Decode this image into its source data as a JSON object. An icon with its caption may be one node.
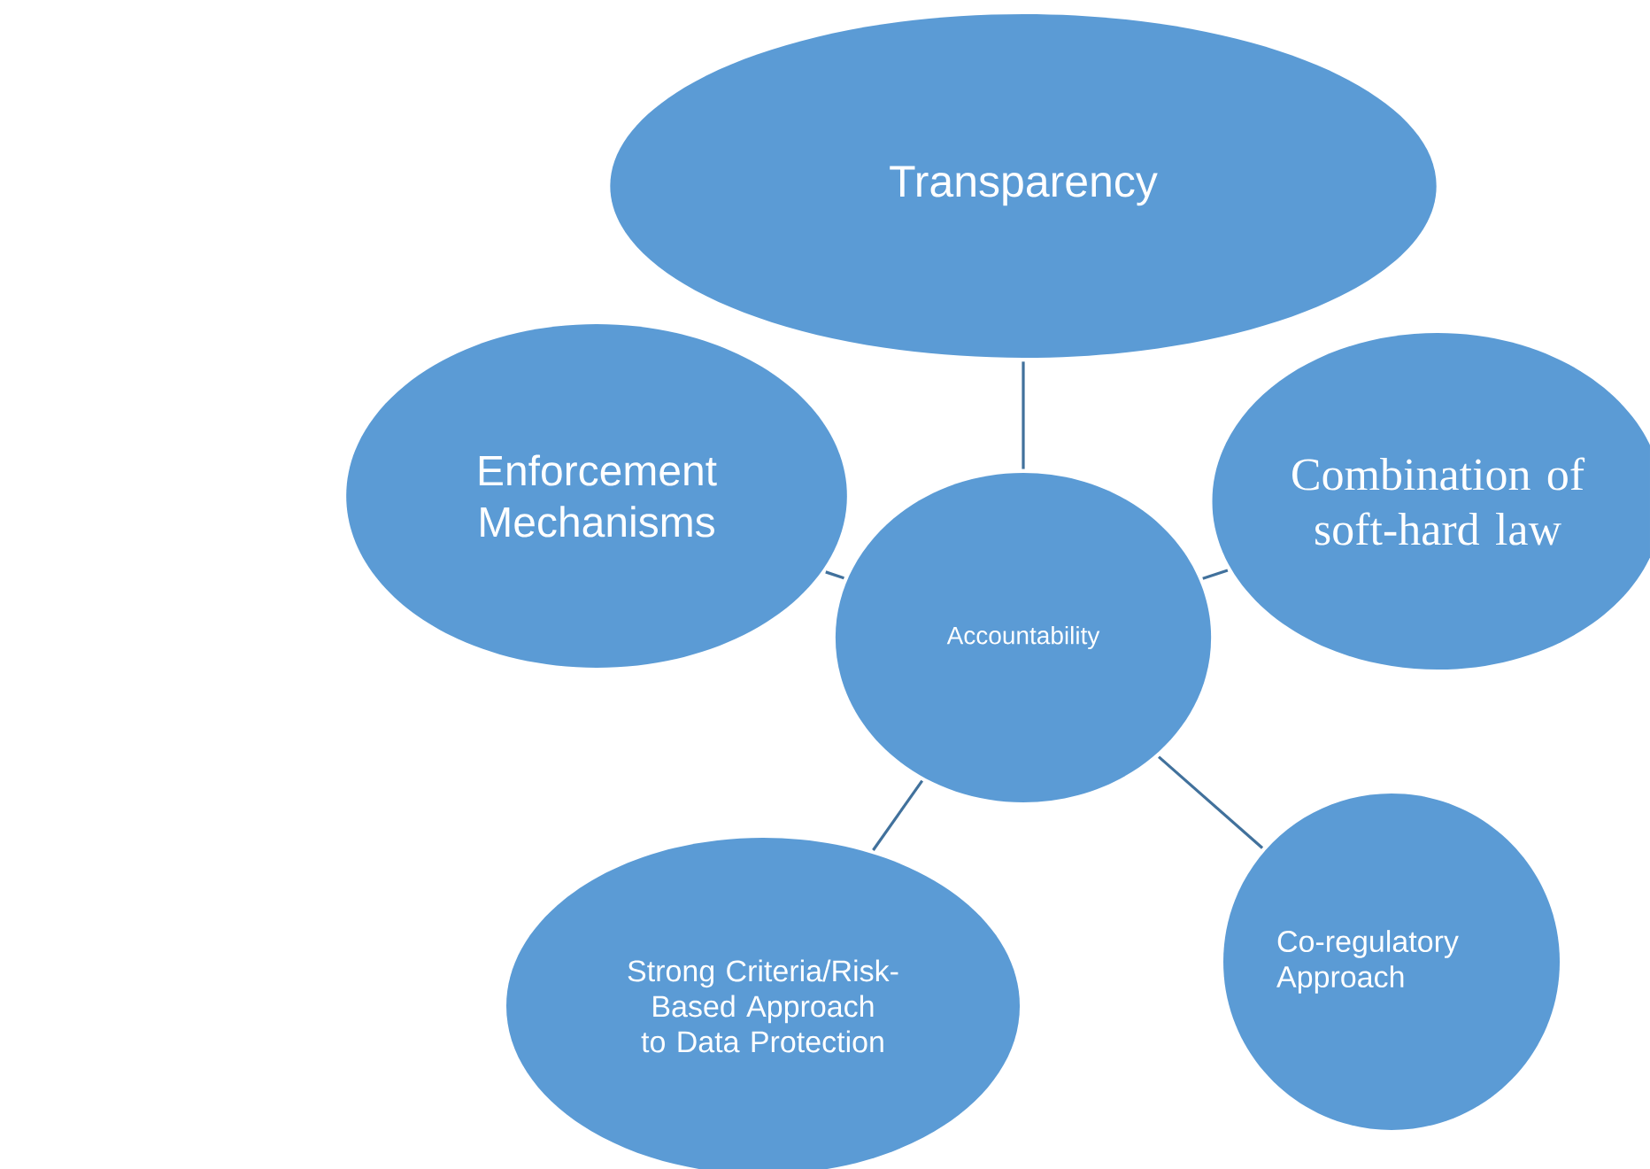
{
  "diagram": {
    "nodes": [
      {
        "text": [
          "Accountability"
        ]
      },
      {
        "text": [
          "Transparency"
        ]
      },
      {
        "text": [
          "Enforcement Mechanisms"
        ]
      },
      {
        "text": [
          "Combination of soft-hard law"
        ]
      },
      {
        "text": [
          "Strong Criteria/Risk-Based Approach to Data Protection"
        ]
      },
      {
        "text": [
          "Co-regulatory Approach"
        ]
      }
    ],
    "edges": [
      {
        "from": 0,
        "to": 1,
        "arrow": "none"
      },
      {
        "from": 0,
        "to": 2,
        "arrow": "none"
      },
      {
        "from": 0,
        "to": 3,
        "arrow": "none"
      },
      {
        "from": 0,
        "to": 4,
        "arrow": "none"
      },
      {
        "from": 0,
        "to": 5,
        "arrow": "none"
      }
    ]
  }
}
